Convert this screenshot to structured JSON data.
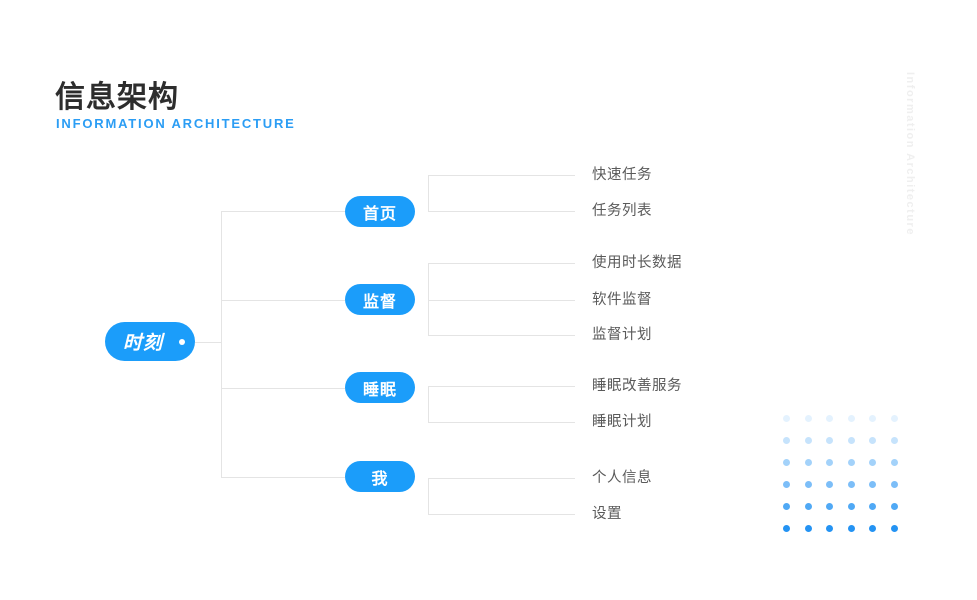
{
  "header": {
    "title": "信息架构",
    "subtitle": "INFORMATION ARCHITECTURE"
  },
  "watermark": "Information Architecture",
  "tree": {
    "root": "时刻",
    "branches": [
      {
        "label": "首页",
        "children": [
          "快速任务",
          "任务列表"
        ]
      },
      {
        "label": "监督",
        "children": [
          "使用时长数据",
          "软件监督",
          "监督计划"
        ]
      },
      {
        "label": "睡眠",
        "children": [
          "睡眠改善服务",
          "睡眠计划"
        ]
      },
      {
        "label": "我",
        "children": [
          "个人信息",
          "设置"
        ]
      }
    ]
  },
  "colors": {
    "node_blue": "#1b9dfa",
    "accent_blue": "#2b9df4",
    "dot_blue": "#2493f3",
    "line_gray": "#e4e4e4",
    "title_dark": "#2d2d2d",
    "leaf_text": "#5a5a5a"
  }
}
